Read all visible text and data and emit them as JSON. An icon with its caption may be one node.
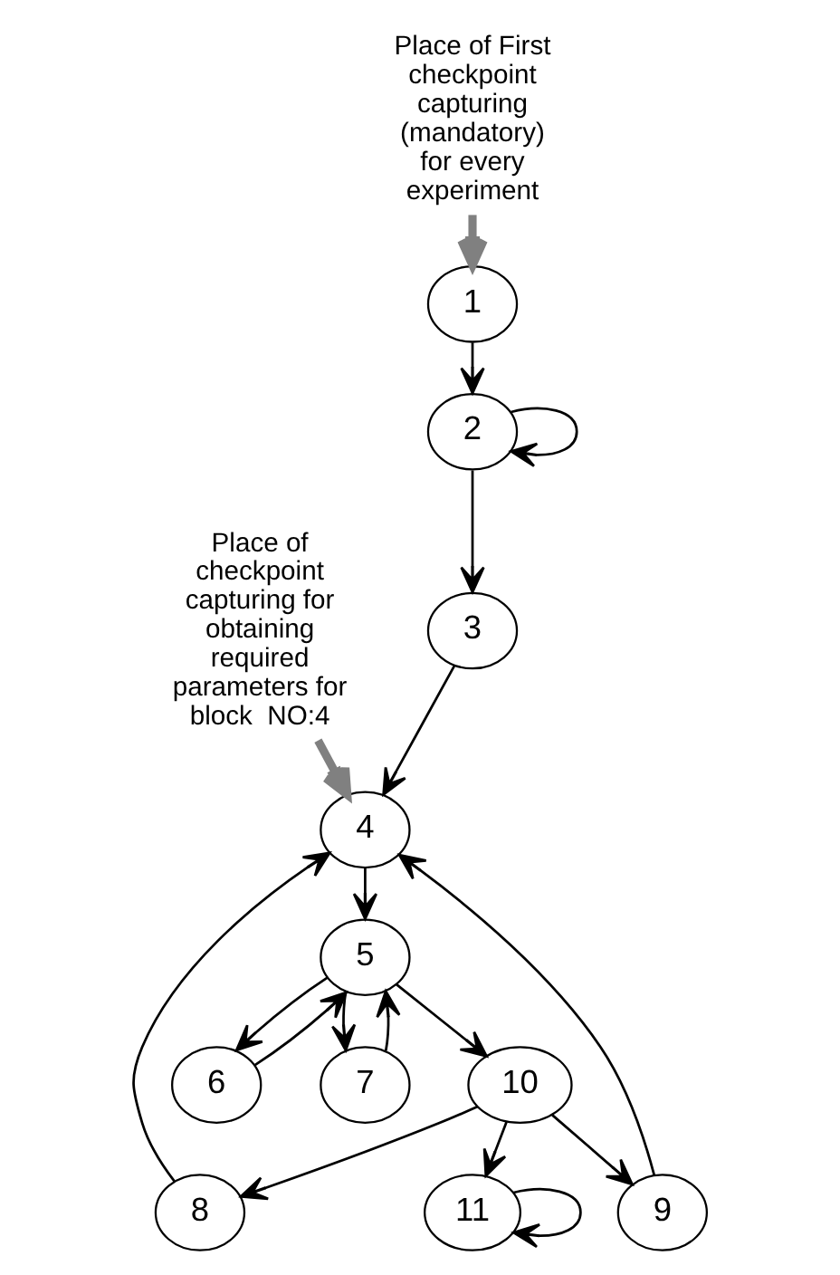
{
  "diagram": {
    "nodes": [
      {
        "text": [
          "1"
        ]
      },
      {
        "text": [
          "2"
        ]
      },
      {
        "text": [
          "3"
        ]
      },
      {
        "text": [
          "4"
        ]
      },
      {
        "text": [
          "5"
        ]
      },
      {
        "text": [
          "6"
        ]
      },
      {
        "text": [
          "7"
        ]
      },
      {
        "text": [
          "8"
        ]
      },
      {
        "text": [
          "9"
        ]
      },
      {
        "text": [
          "10"
        ]
      },
      {
        "text": [
          "11"
        ]
      },
      {
        "text": [
          "Place of First checkpoint capturing (mandatory) for every experiment"
        ]
      },
      {
        "text": [
          "Place of checkpoint capturing for obtaining required parameters for block  NO:4"
        ]
      }
    ],
    "edges": [
      {
        "from": 11,
        "to": 0,
        "arrow": "to",
        "style": "thick",
        "color": "#808080"
      },
      {
        "from": 0,
        "to": 1,
        "arrow": "to"
      },
      {
        "from": 1,
        "to": 1,
        "arrow": "to"
      },
      {
        "from": 1,
        "to": 2,
        "arrow": "to"
      },
      {
        "from": 12,
        "to": 3,
        "arrow": "to",
        "style": "thick",
        "color": "#808080"
      },
      {
        "from": 2,
        "to": 3,
        "arrow": "to"
      },
      {
        "from": 3,
        "to": 4,
        "arrow": "to"
      },
      {
        "from": 5,
        "to": 4,
        "arrow": "to"
      },
      {
        "from": 4,
        "to": 5,
        "arrow": "to"
      },
      {
        "from": 4,
        "to": 6,
        "arrow": "to"
      },
      {
        "from": 6,
        "to": 4,
        "arrow": "to"
      },
      {
        "from": 7,
        "to": 3,
        "arrow": "to"
      },
      {
        "from": 8,
        "to": 3,
        "arrow": "to"
      },
      {
        "from": 4,
        "to": 9,
        "arrow": "to"
      },
      {
        "from": 9,
        "to": 8,
        "arrow": "to"
      },
      {
        "from": 9,
        "to": 7,
        "arrow": "to"
      },
      {
        "from": 9,
        "to": 10,
        "arrow": "to"
      },
      {
        "from": 10,
        "to": 10,
        "arrow": "to"
      }
    ]
  }
}
